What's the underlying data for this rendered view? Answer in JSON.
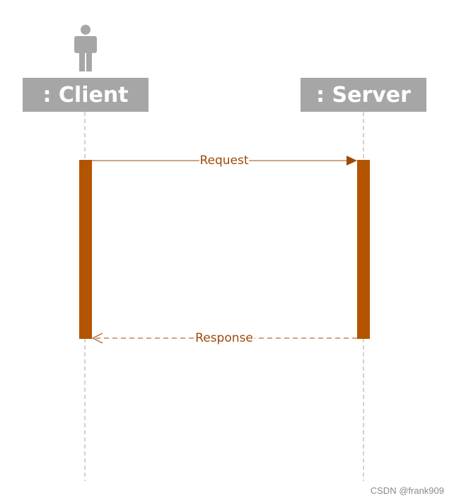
{
  "participants": {
    "client": {
      "label": ": Client"
    },
    "server": {
      "label": ": Server"
    }
  },
  "messages": {
    "request": {
      "label": "Request"
    },
    "response": {
      "label": "Response"
    }
  },
  "watermark": "CSDN @frank909",
  "colors": {
    "participant_box": "#a6a6a6",
    "participant_text": "#ffffff",
    "actor": "#a6a6a6",
    "lifeline": "#a6a6a6",
    "activation": "#b35400",
    "message": "#9c4a0c"
  }
}
